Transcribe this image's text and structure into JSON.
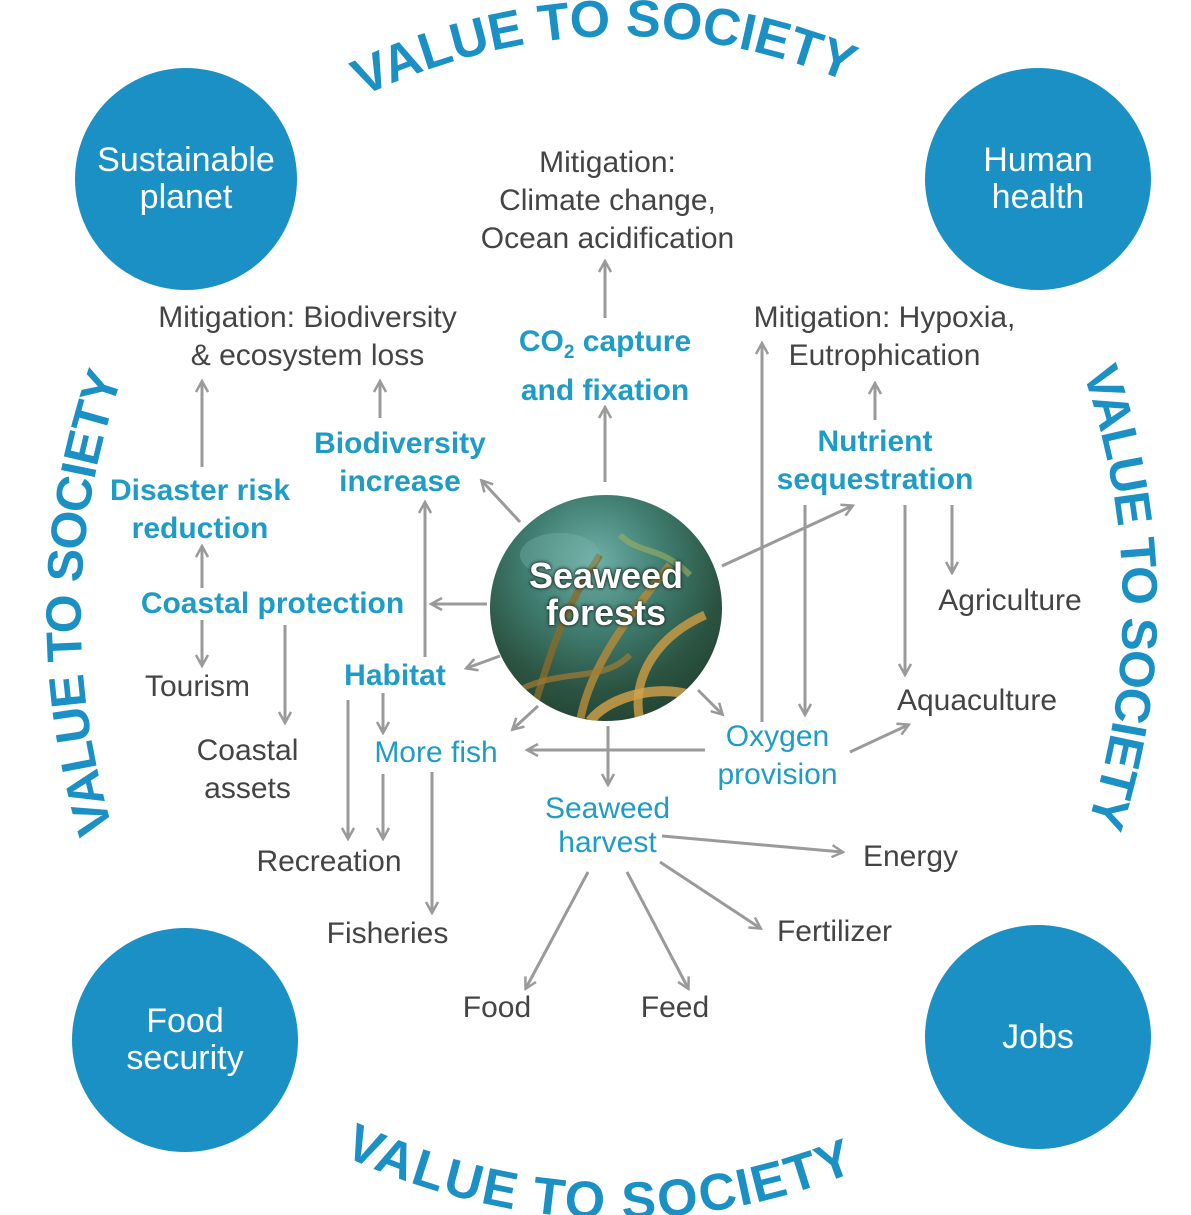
{
  "header_arc": "VALUE TO SOCIETY",
  "footer_arc": "VALUE TO SOCIETY",
  "left_arc": "VALUE TO SOCIETY",
  "right_arc": "VALUE TO SOCIETY",
  "corners": {
    "sustainable_planet": "Sustainable\nplanet",
    "human_health": "Human\nhealth",
    "food_security": "Food\nsecurity",
    "jobs": "Jobs"
  },
  "center": {
    "title": "Seaweed\nforests"
  },
  "services": {
    "co2_capture_prefix": "CO",
    "co2_capture_sub": "2",
    "co2_capture_rest": " capture",
    "co2_capture_line2": "and fixation",
    "biodiversity_increase": "Biodiversity\nincrease",
    "disaster_risk_reduction": "Disaster risk\nreduction",
    "coastal_protection": "Coastal protection",
    "habitat": "Habitat",
    "nutrient_sequestration": "Nutrient\nsequestration",
    "more_fish": "More fish",
    "oxygen_provision": "Oxygen\nprovision",
    "seaweed_harvest": "Seaweed\nharvest"
  },
  "outcomes": {
    "mitigation_climate": "Mitigation:\nClimate change,\nOcean acidification",
    "mitigation_biodiversity": "Mitigation: Biodiversity\n& ecosystem loss",
    "mitigation_hypoxia": "Mitigation: Hypoxia,\nEutrophication",
    "agriculture": "Agriculture",
    "aquaculture": "Aquaculture",
    "tourism": "Tourism",
    "coastal_assets": "Coastal\nassets",
    "recreation": "Recreation",
    "fisheries": "Fisheries",
    "energy": "Energy",
    "fertilizer": "Fertilizer",
    "food": "Food",
    "feed": "Feed"
  },
  "colors": {
    "accent_blue": "#1b90c4",
    "service_text": "#1f9cc6",
    "outcome_text": "#444444",
    "arrow": "#9a9a9a"
  }
}
